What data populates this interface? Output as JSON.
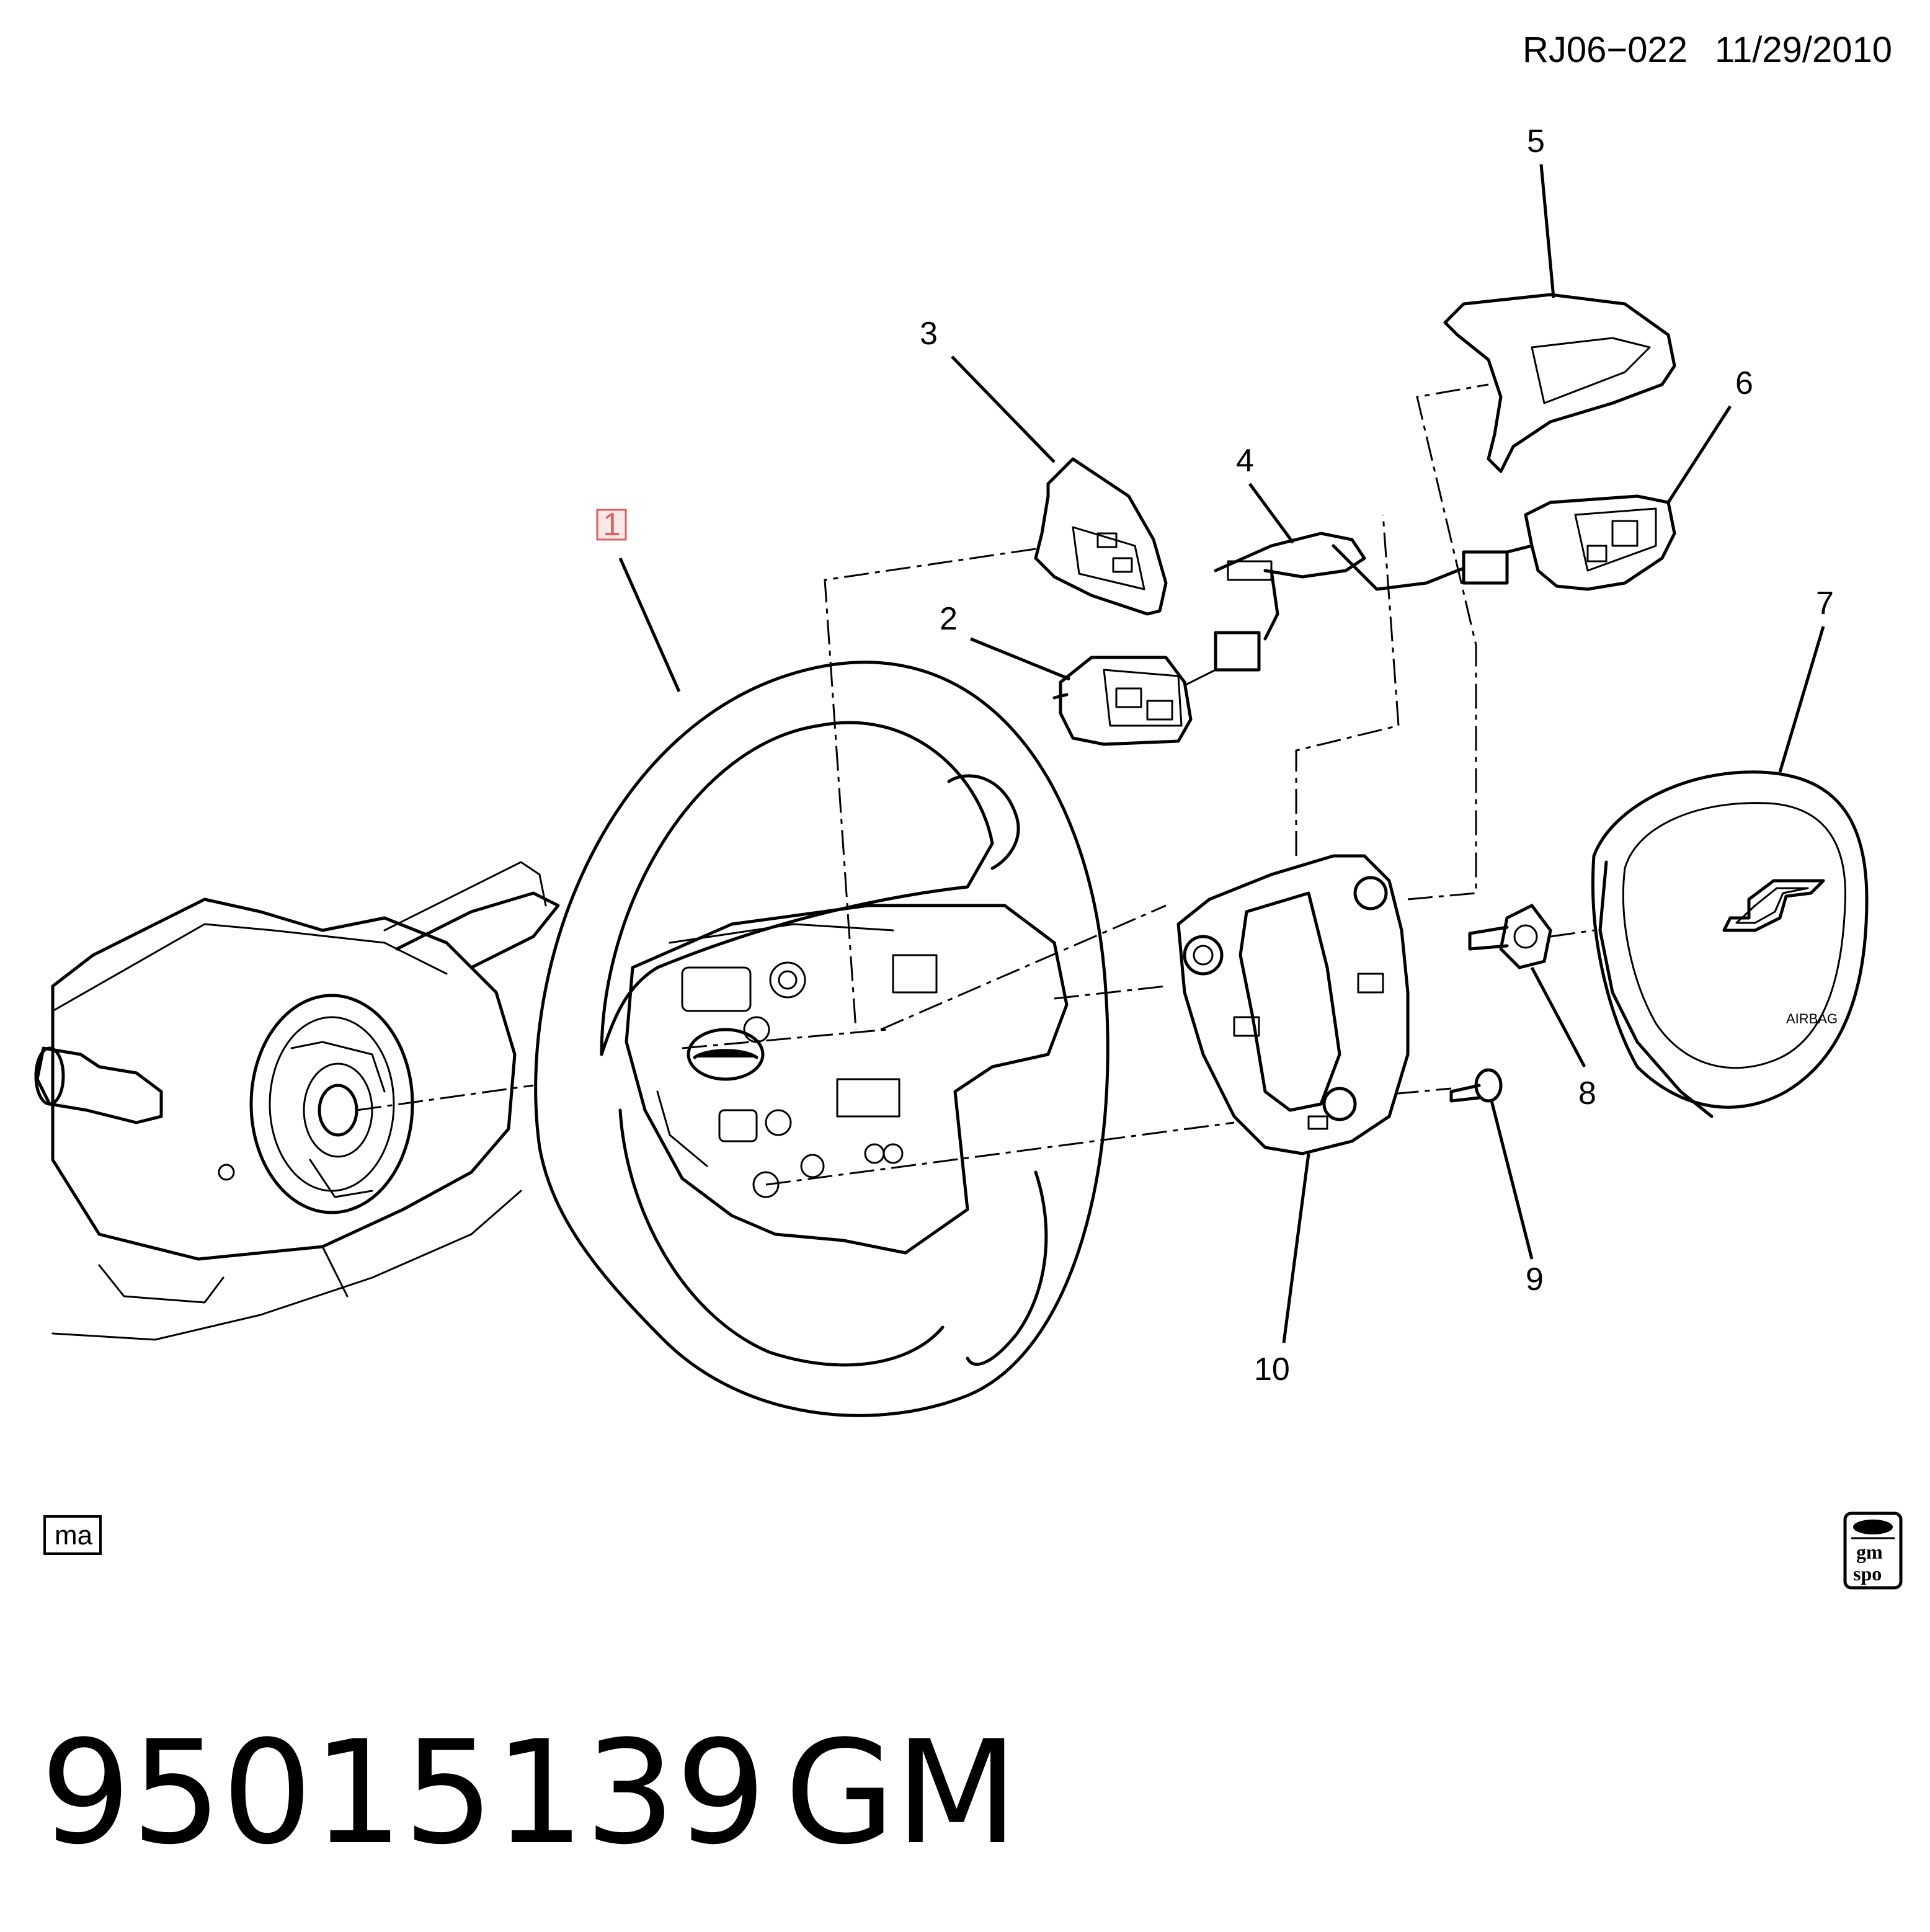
{
  "header": {
    "drawing_id": "RJ06−022",
    "date": "11/29/2010"
  },
  "callouts": [
    "1",
    "2",
    "3",
    "4",
    "5",
    "6",
    "7",
    "8",
    "9",
    "10"
  ],
  "highlighted_callout": "1",
  "corner_tags": {
    "left": "ma",
    "right_top": "gm",
    "right_bottom": "spo"
  },
  "footer": {
    "part_number": "95015139",
    "brand": "GM"
  },
  "colors": {
    "line": "#000000",
    "highlight": "#e06060",
    "highlight_fill": "#fde8e8"
  }
}
